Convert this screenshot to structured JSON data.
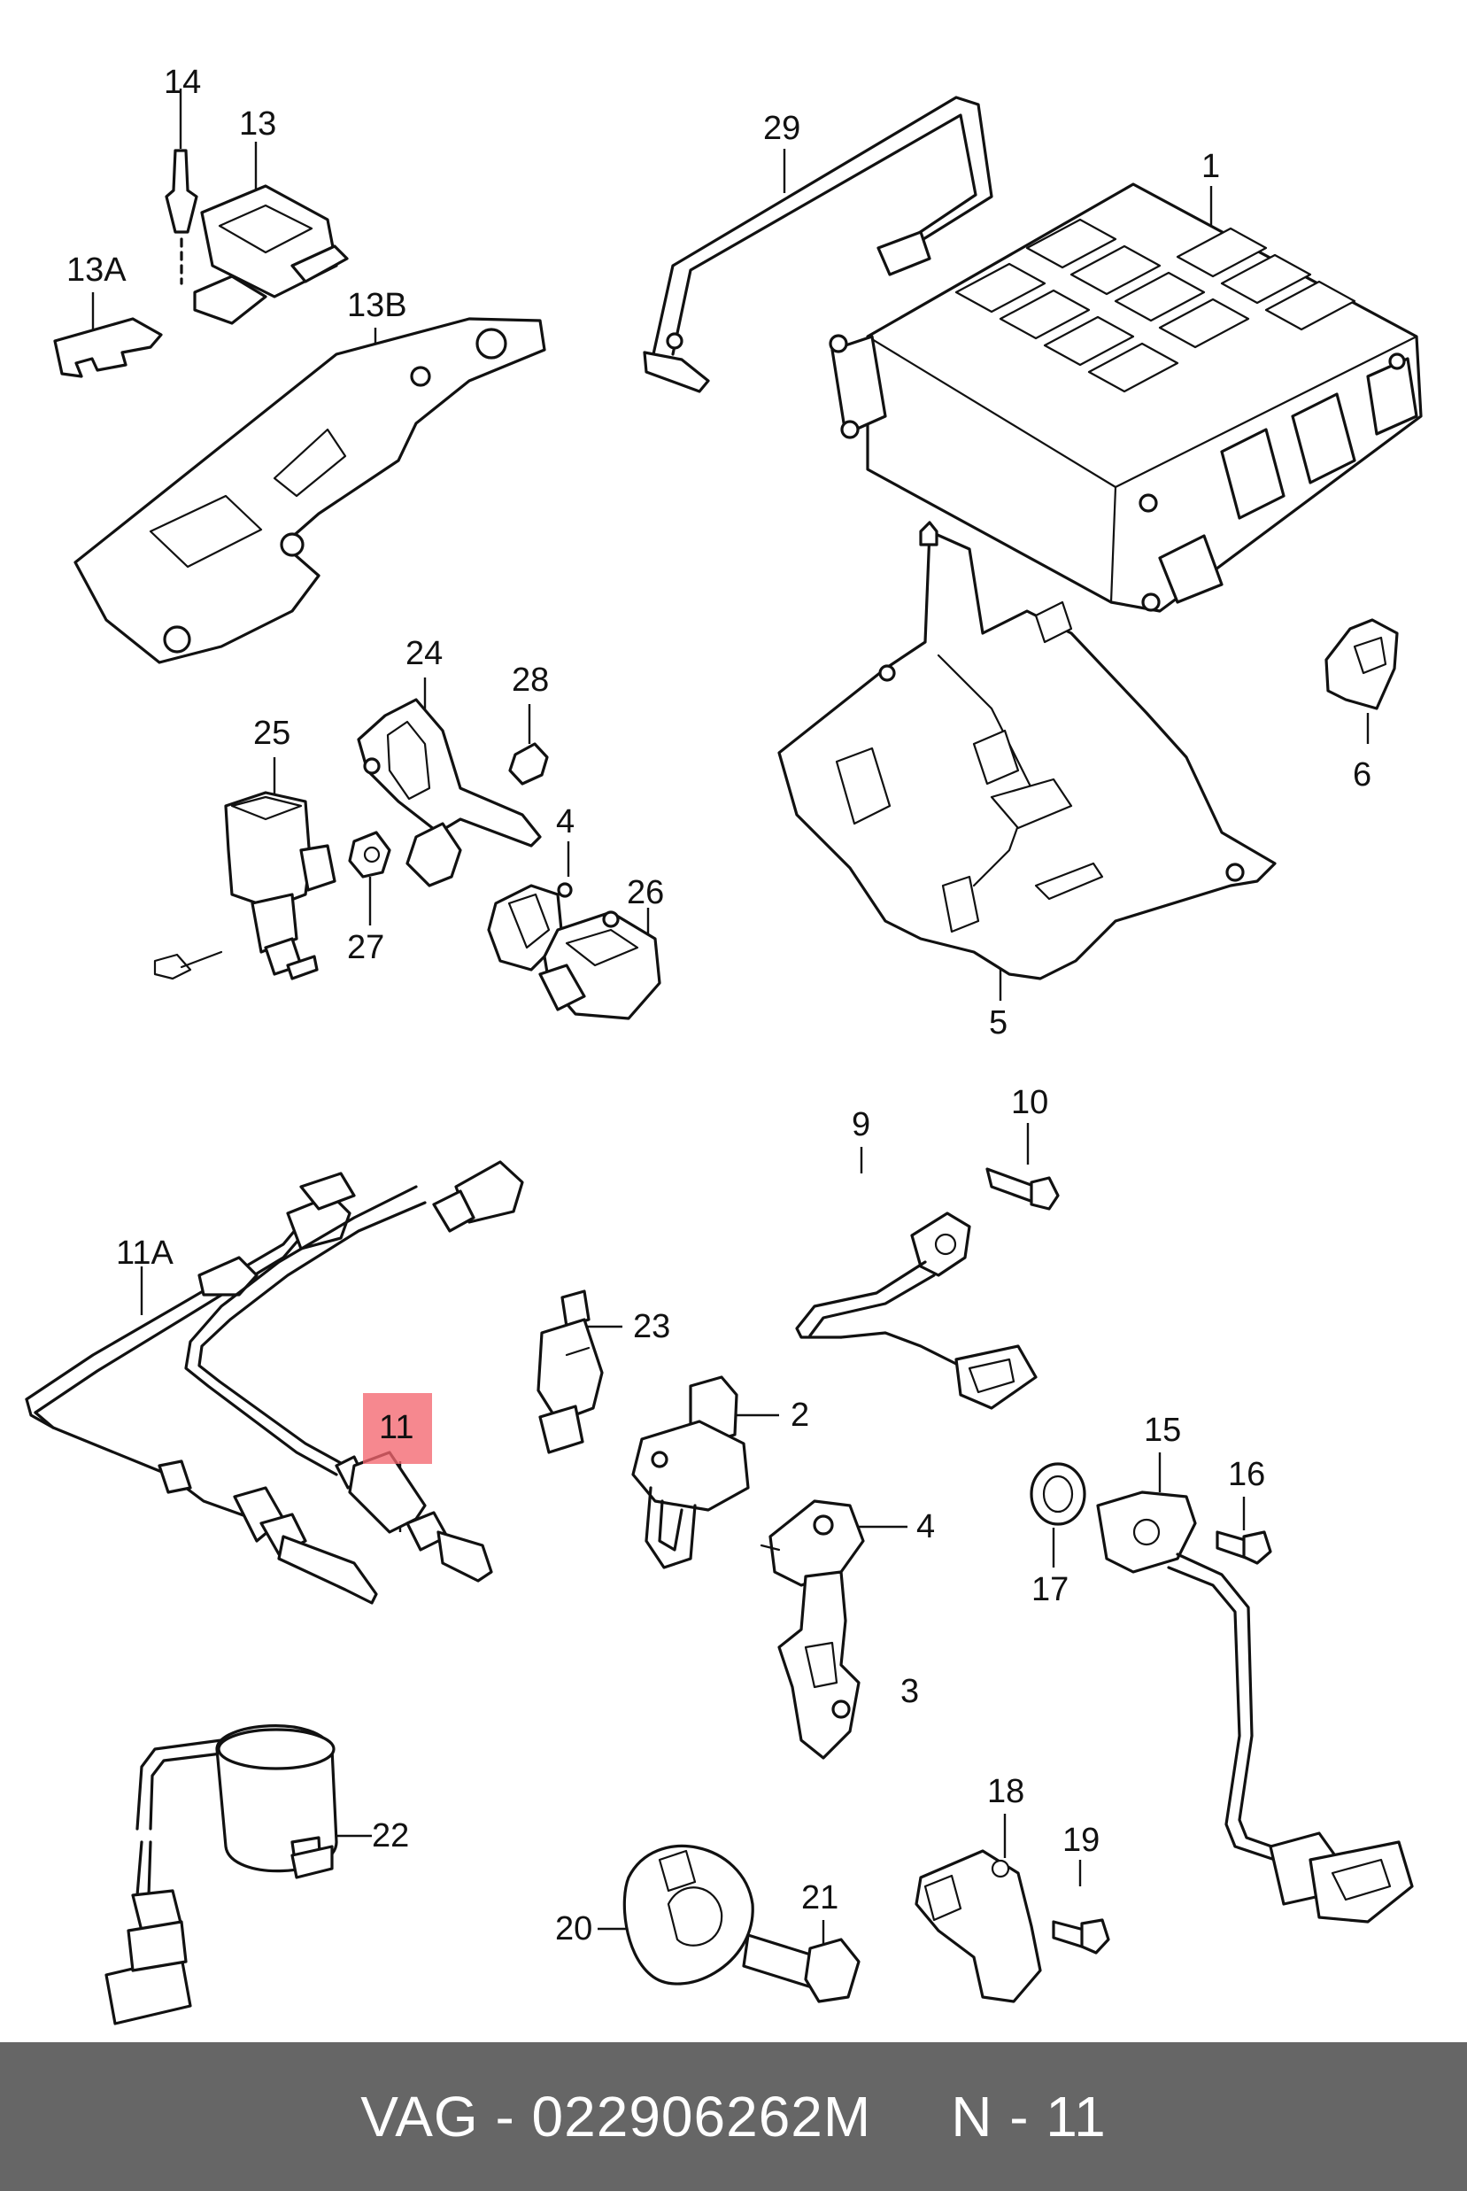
{
  "highlight_color": "#f46670",
  "footer": {
    "part_text": "VAG - 022906262M",
    "ref_text": "N - 11",
    "background": "#666666"
  },
  "callouts": {
    "c1": "1",
    "c2": "2",
    "c3": "3",
    "c4a": "4",
    "c4b": "4",
    "c5": "5",
    "c6": "6",
    "c9": "9",
    "c10": "10",
    "c11": "11",
    "c11a": "11A",
    "c13": "13",
    "c13a": "13A",
    "c13b": "13B",
    "c14": "14",
    "c15": "15",
    "c16": "16",
    "c17": "17",
    "c18": "18",
    "c19": "19",
    "c20": "20",
    "c21": "21",
    "c22": "22",
    "c23": "23",
    "c24": "24",
    "c25": "25",
    "c26": "26",
    "c27": "27",
    "c28": "28",
    "c29": "29"
  }
}
